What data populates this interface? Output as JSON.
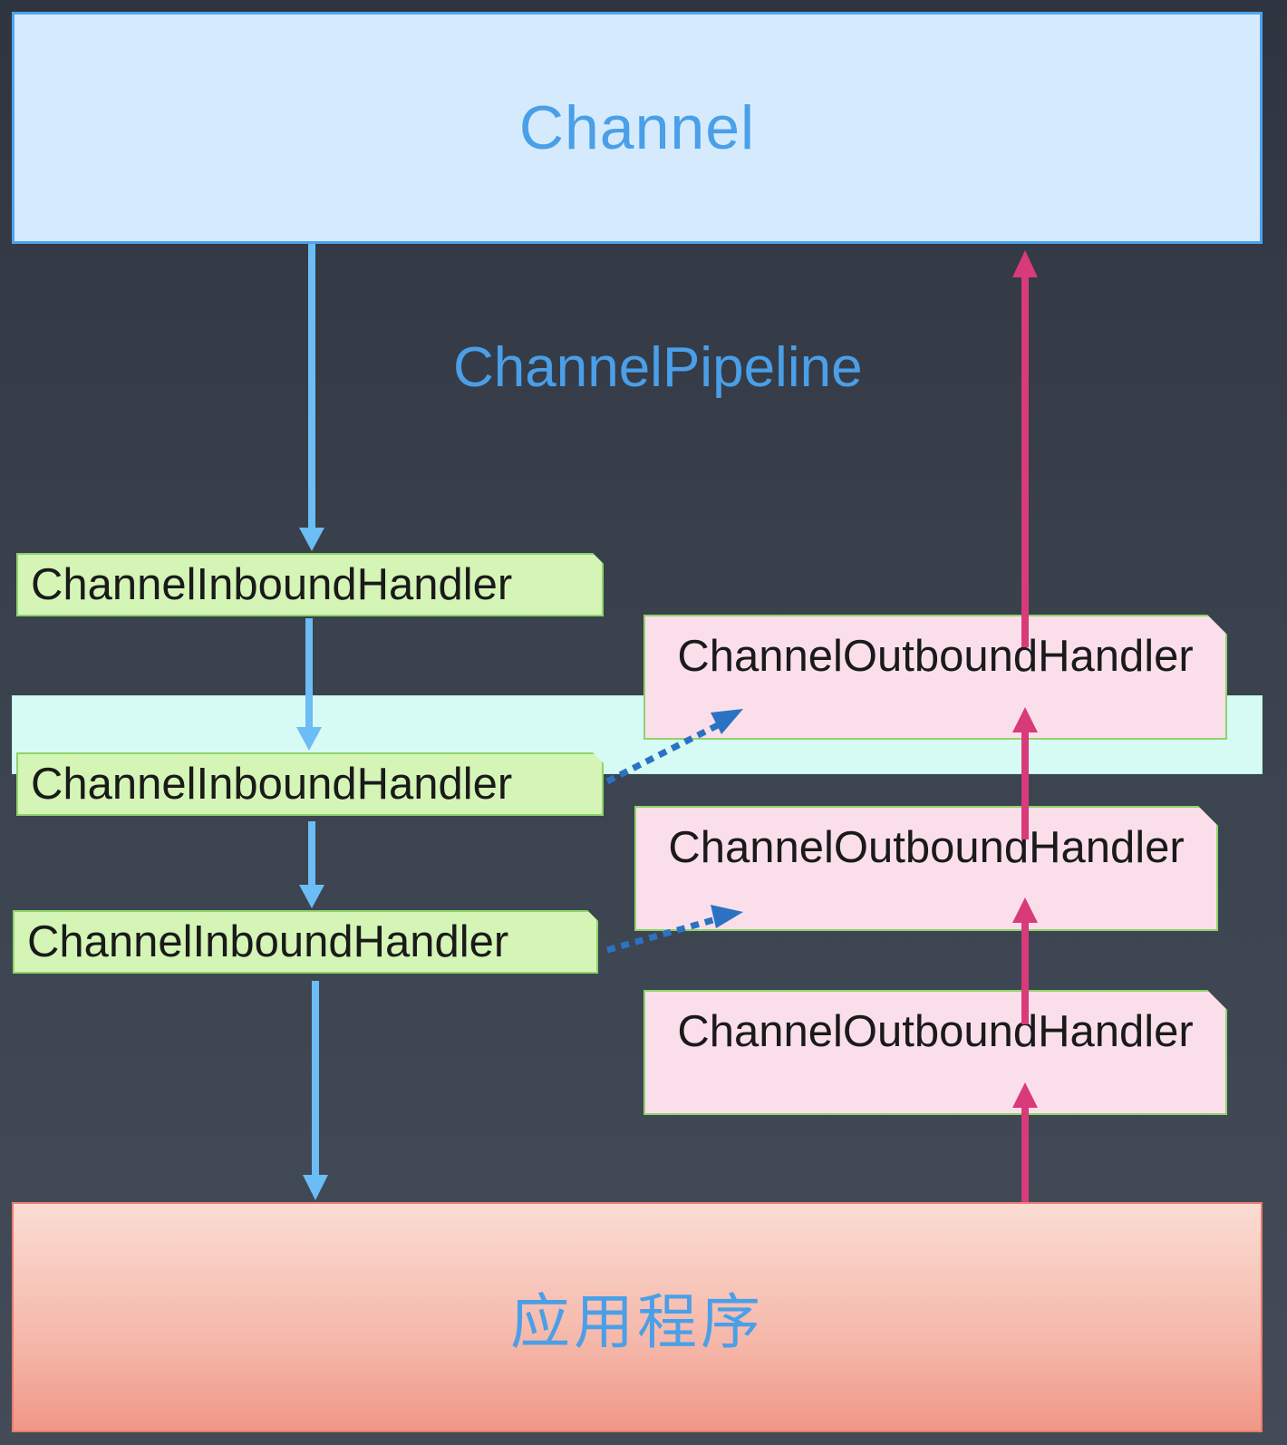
{
  "channel": {
    "label": "Channel"
  },
  "pipeline": {
    "label": "ChannelPipeline"
  },
  "app": {
    "label": "应用程序"
  },
  "inbound_handlers": [
    {
      "label": "ChannelInboundHandler"
    },
    {
      "label": "ChannelInboundHandler"
    },
    {
      "label": "ChannelInboundHandler"
    }
  ],
  "outbound_handlers": [
    {
      "label": "ChannelOutboundHandler"
    },
    {
      "label": "ChannelOutboundHandler"
    },
    {
      "label": "ChannelOutboundHandler"
    }
  ],
  "colors": {
    "inbound_arrow": "#6cbcf5",
    "outbound_arrow": "#d93a7a",
    "dotted_arrow": "#2b73c2"
  }
}
